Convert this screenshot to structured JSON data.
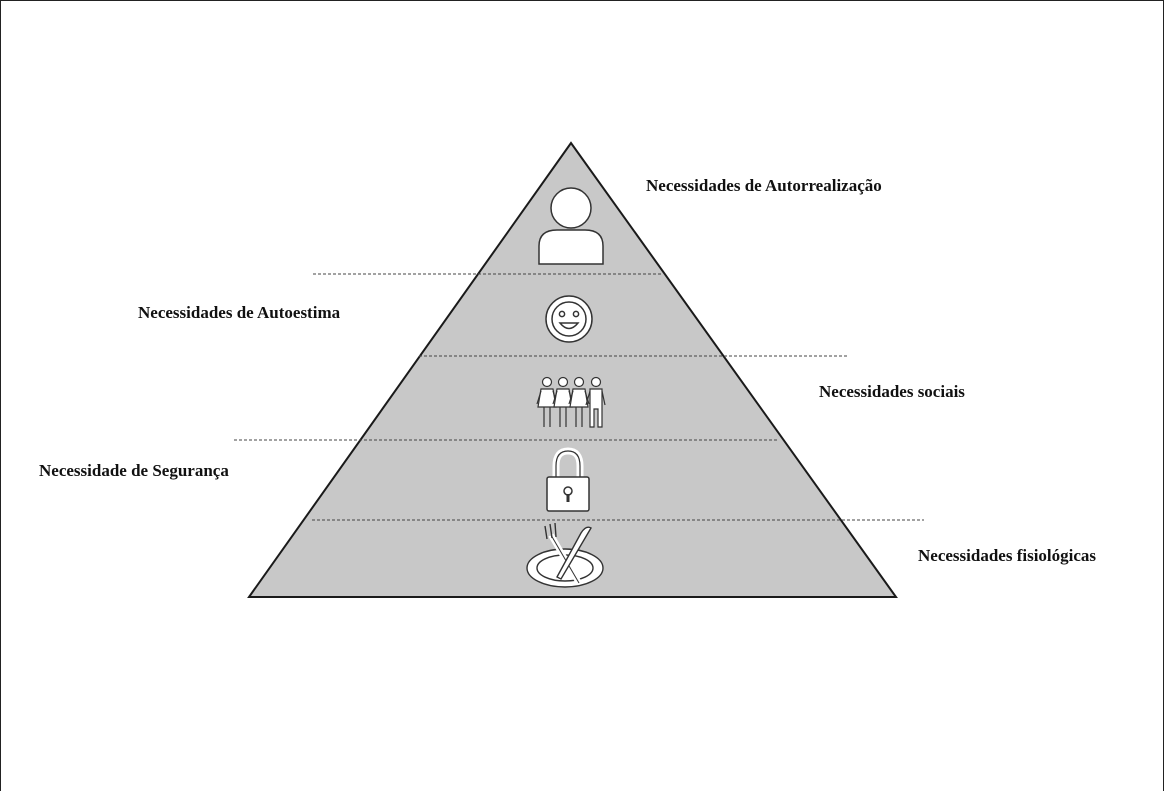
{
  "diagram": {
    "type": "pyramid",
    "colors": {
      "fill": "#c8c8c8",
      "stroke": "#1a1a1a",
      "icon_fill": "#ffffff",
      "icon_stroke": "#333333"
    },
    "levels": [
      {
        "label": "Necessidades de Autorrealização",
        "icon": "person-icon"
      },
      {
        "label": "Necessidades de Autoestima",
        "icon": "smiley-face-icon"
      },
      {
        "label": "Necessidades sociais",
        "icon": "group-of-people-icon"
      },
      {
        "label": "Necessidade de Segurança",
        "icon": "padlock-icon"
      },
      {
        "label": "Necessidades fisiológicas",
        "icon": "plate-fork-knife-icon"
      }
    ]
  }
}
